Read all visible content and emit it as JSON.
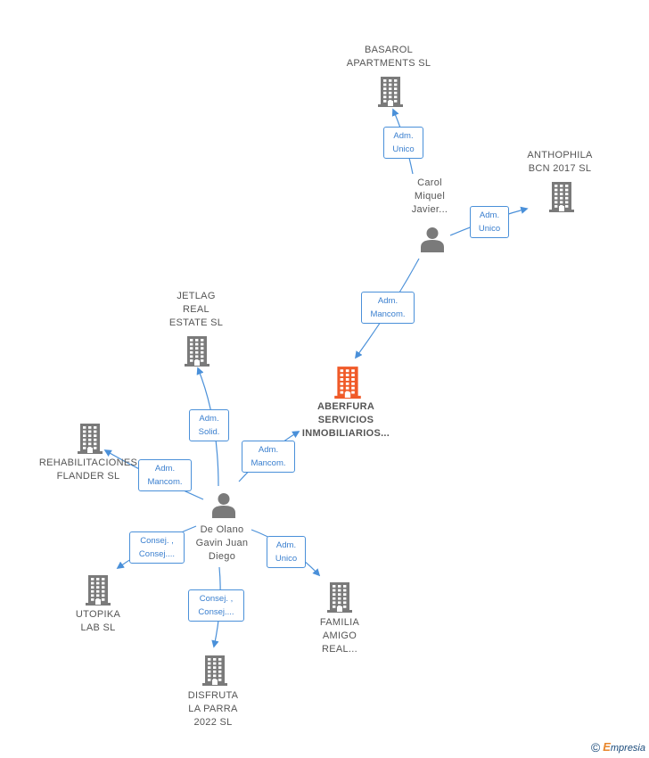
{
  "companies": [
    {
      "id": "basarol",
      "name": [
        "BASAROL",
        "APARTMENTS SL"
      ],
      "main": false
    },
    {
      "id": "anthophila",
      "name": [
        "ANTHOPHILA",
        "BCN 2017  SL"
      ],
      "main": false
    },
    {
      "id": "jetlag",
      "name": [
        "JETLAG",
        "REAL",
        "ESTATE  SL"
      ],
      "main": false
    },
    {
      "id": "aberfura",
      "name": [
        "ABERFURA",
        "SERVICIOS",
        "INMOBILIARIOS..."
      ],
      "main": true
    },
    {
      "id": "rehab",
      "name": [
        "REHABILITACIONES",
        "FLANDER  SL"
      ],
      "main": false
    },
    {
      "id": "utopika",
      "name": [
        "UTOPIKA",
        "LAB  SL"
      ],
      "main": false
    },
    {
      "id": "familia",
      "name": [
        "FAMILIA",
        "AMIGO",
        "REAL..."
      ],
      "main": false
    },
    {
      "id": "disfruta",
      "name": [
        "DISFRUTA",
        "LA PARRA",
        "2022  SL"
      ],
      "main": false
    }
  ],
  "persons": [
    {
      "id": "carol",
      "name": [
        "Carol",
        "Miquel",
        "Javier..."
      ]
    },
    {
      "id": "deolano",
      "name": [
        "De Olano",
        "Gavin Juan",
        "Diego"
      ]
    }
  ],
  "edges": [
    {
      "id": "carol-basarol",
      "label": [
        "Adm.",
        "Unico"
      ]
    },
    {
      "id": "carol-anthophila",
      "label": [
        "Adm.",
        "Unico"
      ]
    },
    {
      "id": "carol-aberfura",
      "label": [
        "Adm.",
        "Mancom."
      ]
    },
    {
      "id": "deolano-jetlag",
      "label": [
        "Adm.",
        "Solid."
      ]
    },
    {
      "id": "deolano-aberfura",
      "label": [
        "Adm.",
        "Mancom."
      ]
    },
    {
      "id": "deolano-rehab",
      "label": [
        "Adm.",
        "Mancom."
      ]
    },
    {
      "id": "deolano-utopika",
      "label": [
        "Consej. ,",
        "Consej...."
      ]
    },
    {
      "id": "deolano-familia",
      "label": [
        "Adm.",
        "Unico"
      ]
    },
    {
      "id": "deolano-disfruta",
      "label": [
        "Consej. ,",
        "Consej...."
      ]
    }
  ],
  "colors": {
    "company": "#7a7a7a",
    "main_company": "#f05a28",
    "person": "#7a7a7a",
    "edge": "#4a90d9"
  },
  "footer": {
    "symbol": "©",
    "brand_initial": "E",
    "brand_rest": "mpresia"
  }
}
